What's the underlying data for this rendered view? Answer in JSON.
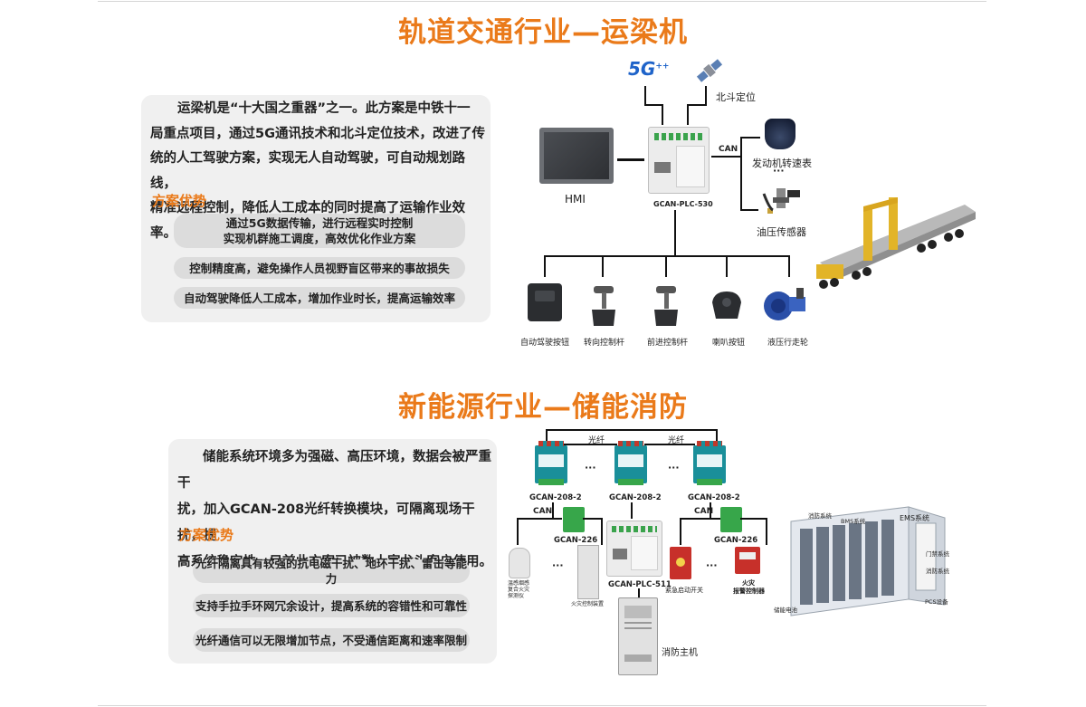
{
  "section1": {
    "title": "轨道交通行业—运梁机",
    "intro_lines": [
      "运梁机是“十大国之重器”之一。此方案是中铁十一",
      "局重点项目，通过5G通讯技术和北斗定位技术，改进了传",
      "统的人工驾驶方案，实现无人自动驾驶，可自动规划路线，",
      "精准远程控制，降低人工成本的同时提高了运输作业效率。"
    ],
    "advantages_title": "方案优势",
    "advantages": [
      [
        "通过5G数据传输，进行远程实时控制",
        "实现机群施工调度，高效优化作业方案"
      ],
      [
        "控制精度高，避免操作人员视野盲区带来的事故损失"
      ],
      [
        "自动驾驶降低人工成本，增加作业时长，提高运输效率"
      ]
    ],
    "diagram": {
      "icon_5g": "5G",
      "icon_5g_sup": "++",
      "beidou": "北斗定位",
      "hmi": "HMI",
      "plc": "GCAN-PLC-530",
      "can": "CAN",
      "engine_meter": "发动机转速表",
      "ellipsis": "···",
      "oil_sensor": "油压传感器",
      "bottom_devices": [
        "自动驾驶按钮",
        "转向控制杆",
        "前进控制杆",
        "喇叭按钮",
        "液压行走轮"
      ]
    }
  },
  "section2": {
    "title": "新能源行业—储能消防",
    "intro_lines": [
      "储能系统环境多为强磁、高压环境，数据会被严重干",
      "扰，加入GCAN-208光纤转换模块，可隔离现场干扰，提",
      "高系统稳定性。目前此方案已被数十家龙头客户使用。"
    ],
    "advantages_title": "方案优势",
    "advantages": [
      "光纤隔离具有较强的抗电磁干扰、地环干扰、雷击等能力",
      "支持手拉手环网冗余设计，提高系统的容错性和可靠性",
      "光纤通信可以无限增加节点，不受通信距离和速率限制"
    ],
    "diagram": {
      "fiber": "光纤",
      "module": "GCAN-208-2",
      "dots": "···",
      "can": "CAN",
      "gcan226": "GCAN-226",
      "plc": "GCAN-PLC-511",
      "detector": "温感烟感复合火灾探测仪",
      "controller": "火灾控制装置",
      "emergency": "紧急启动开关",
      "alarm_line1": "火灾",
      "alarm_line2": "报警控制器",
      "host": "消防主机",
      "container_labels": {
        "fire_sys": "消防系统",
        "bms": "BMS系统",
        "ems": "EMS系统",
        "door": "门禁系统",
        "fire_sys2": "消防系统",
        "battery": "储能电池",
        "pcs": "PCS设备"
      }
    }
  },
  "colors": {
    "accent": "#ea7a1a",
    "panel": "#f0f0f0",
    "pill": "#dcdcdc",
    "module_teal": "#1a8f9a",
    "green": "#37a64a"
  }
}
